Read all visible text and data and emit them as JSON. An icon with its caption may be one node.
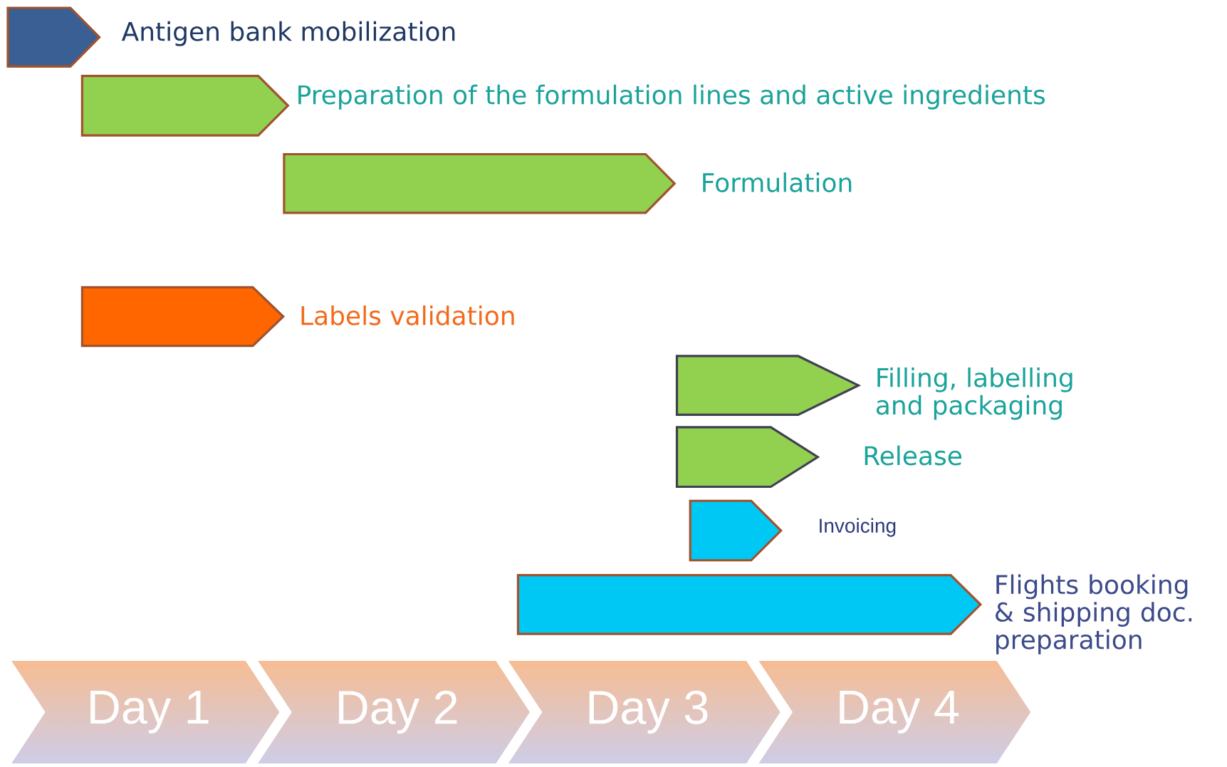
{
  "diagram": {
    "nodes": [
      {
        "text": [],
        "shape": "arrow",
        "beside": [
          "Antigen bank mobilization"
        ]
      },
      {
        "text": [],
        "shape": "arrow",
        "beside": [
          "Preparation of the formulation lines and active ingredients"
        ]
      },
      {
        "text": [],
        "shape": "arrow",
        "beside": [
          "Formulation"
        ]
      },
      {
        "text": [],
        "shape": "arrow",
        "beside": [
          "Labels validation"
        ]
      },
      {
        "text": [],
        "shape": "arrow",
        "beside": [
          "Filling, labelling and packaging"
        ]
      },
      {
        "text": [],
        "shape": "arrow",
        "beside": [
          "Release"
        ]
      },
      {
        "text": [],
        "shape": "arrow",
        "beside": [
          "Invoicing"
        ]
      },
      {
        "text": [],
        "shape": "arrow",
        "beside": [
          "Flights booking & shipping doc. preparation"
        ]
      },
      {
        "text": [
          "Day 1"
        ]
      },
      {
        "text": [
          "Day 2"
        ]
      },
      {
        "text": [
          "Day 3"
        ]
      },
      {
        "text": [
          "Day 4"
        ]
      }
    ]
  }
}
